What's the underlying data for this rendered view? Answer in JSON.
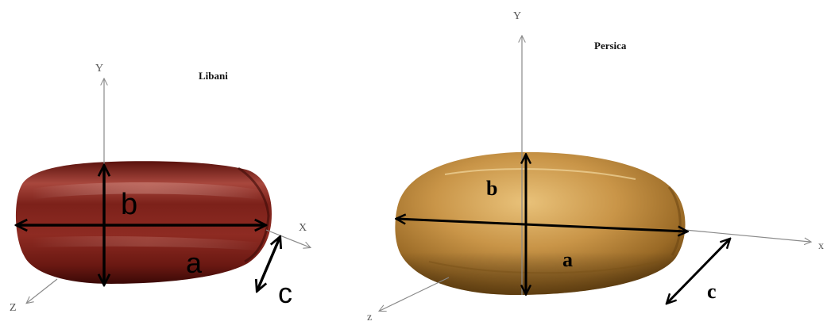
{
  "panels": [
    {
      "title": "Libani",
      "seed_color": "#7a1f18",
      "axis_labels": {
        "x": "X",
        "y": "Y",
        "z": "Z"
      },
      "dimension_labels": {
        "a": "a",
        "b": "b",
        "c": "c"
      }
    },
    {
      "title": "Persica",
      "seed_color": "#b98438",
      "axis_labels": {
        "x": "x",
        "y": "Y",
        "z": "z"
      },
      "dimension_labels": {
        "a": "a",
        "b": "b",
        "c": "c"
      }
    }
  ],
  "colors": {
    "axis_line": "#8a8a8a",
    "dimension_arrow": "#000000",
    "background": "#ffffff"
  }
}
